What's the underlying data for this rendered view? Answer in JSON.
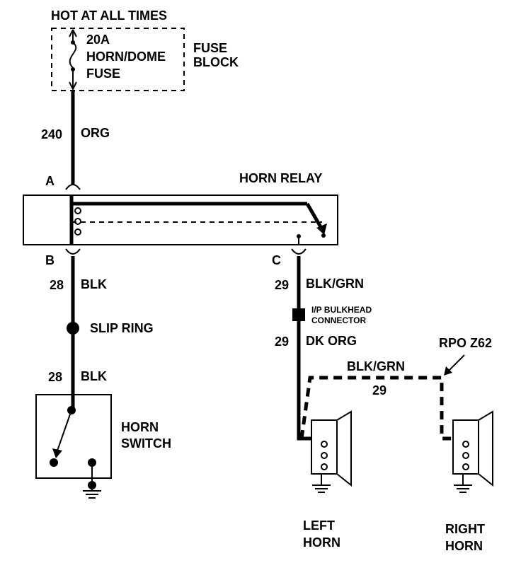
{
  "header": {
    "hot_label": "HOT AT ALL TIMES"
  },
  "fuse": {
    "rating": "20A",
    "name": "HORN/DOME",
    "type": "FUSE",
    "block_line1": "FUSE",
    "block_line2": "BLOCK"
  },
  "wire_240": {
    "number": "240",
    "color": "ORG"
  },
  "relay": {
    "title": "HORN RELAY",
    "pin_a": "A",
    "pin_b": "B",
    "pin_c": "C"
  },
  "wire_28_top": {
    "number": "28",
    "color": "BLK"
  },
  "slip_ring": "SLIP RING",
  "wire_28_bottom": {
    "number": "28",
    "color": "BLK"
  },
  "horn_switch": {
    "line1": "HORN",
    "line2": "SWITCH"
  },
  "wire_29_top": {
    "number": "29",
    "color": "BLK/GRN"
  },
  "bulkhead": {
    "line1": "I/P BULKHEAD",
    "line2": "CONNECTOR"
  },
  "wire_29_mid": {
    "number": "29",
    "color": "DK ORG"
  },
  "option": {
    "rpo": "RPO Z62",
    "color": "BLK/GRN",
    "number": "29"
  },
  "left_horn": {
    "line1": "LEFT",
    "line2": "HORN"
  },
  "right_horn": {
    "line1": "RIGHT",
    "line2": "HORN"
  }
}
